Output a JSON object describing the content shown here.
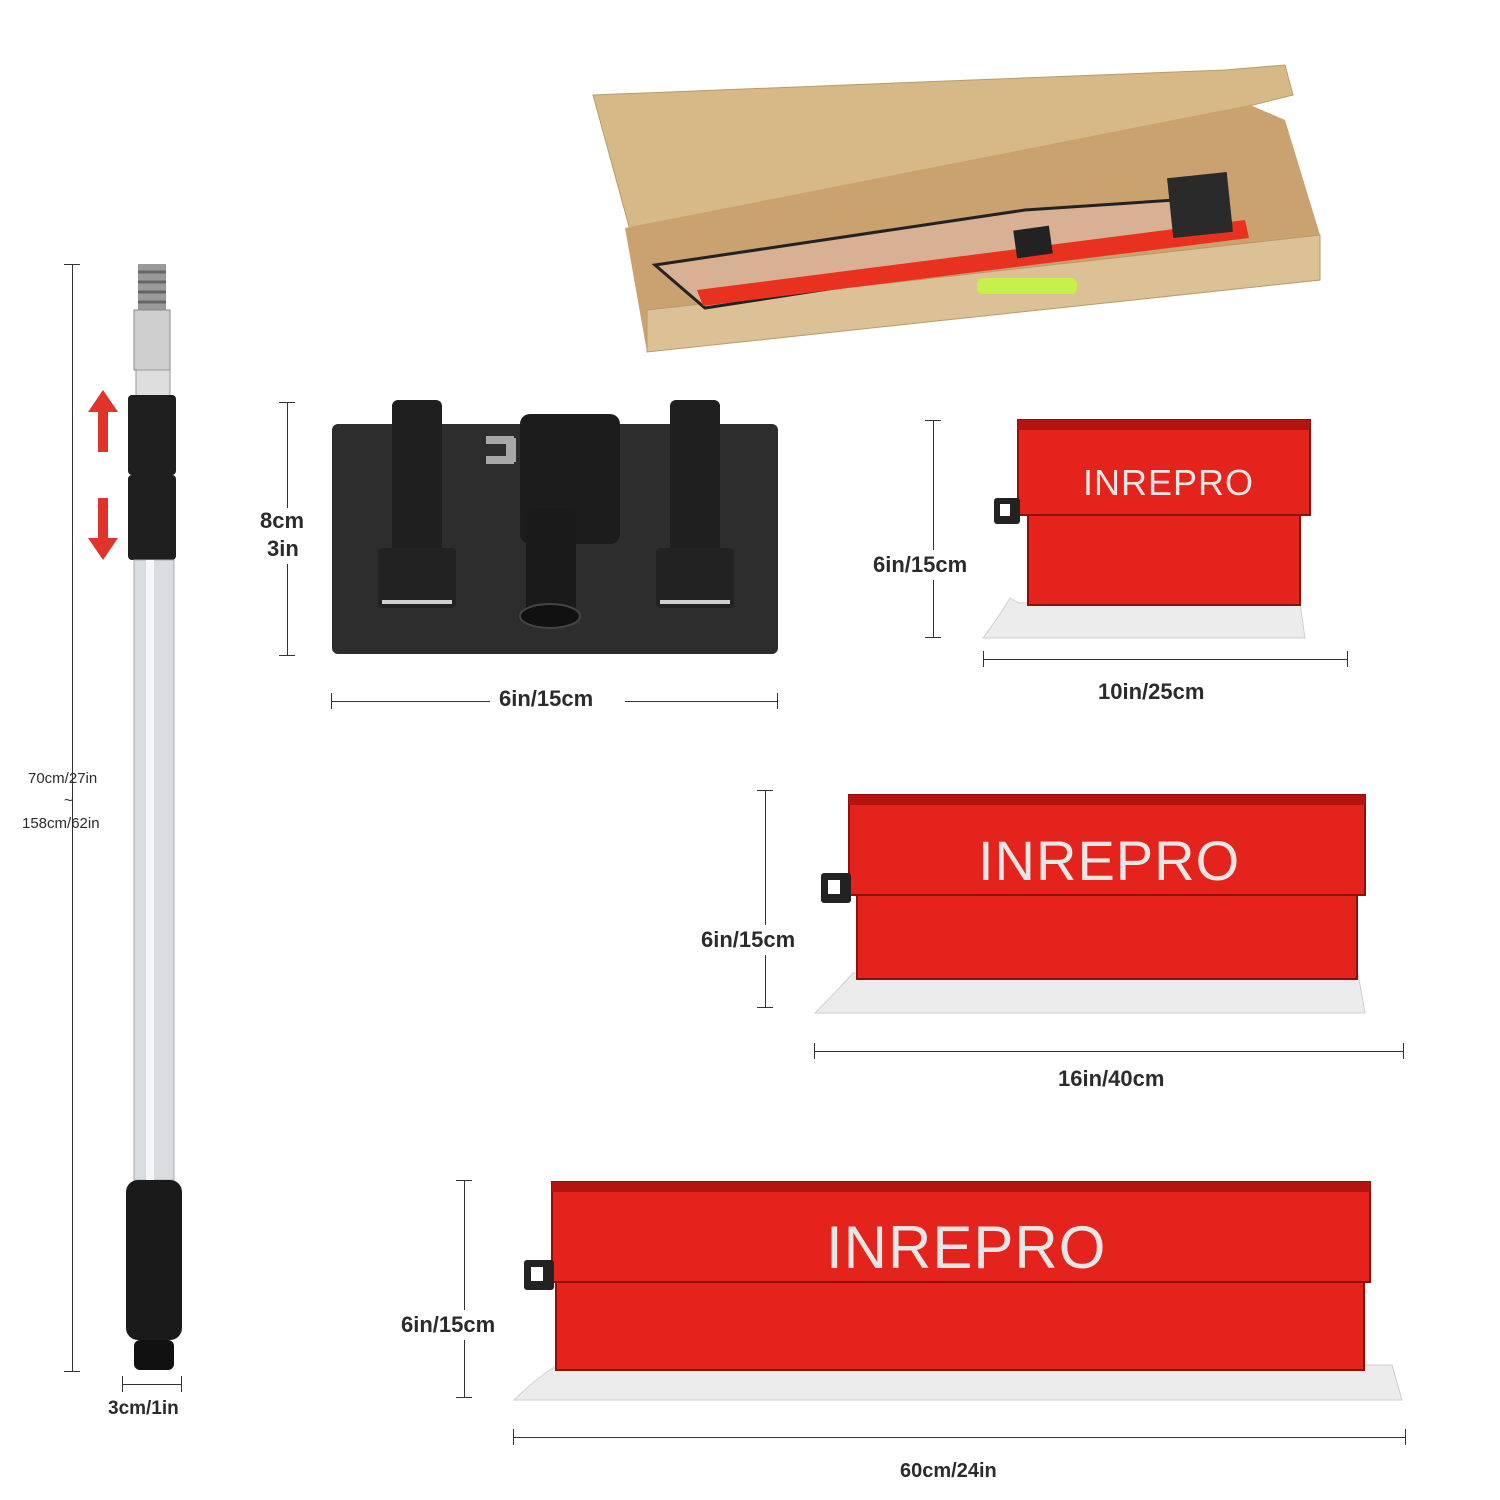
{
  "brand_name": "INREPRO",
  "dimensions": {
    "pole_length_min": "70cm/27in",
    "pole_length_separator": "~",
    "pole_length_max": "158cm/62in",
    "pole_diameter": "3cm/1in",
    "adapter_height_cm": "8cm",
    "adapter_height_in": "3in",
    "adapter_width": "6in/15cm",
    "blade_small_height": "6in/15cm",
    "blade_small_width": "10in/25cm",
    "blade_medium_height": "6in/15cm",
    "blade_medium_width": "16in/40cm",
    "blade_large_height": "6in/15cm",
    "blade_large_width": "60cm/24in"
  },
  "colors": {
    "blade_red": "#e3231c",
    "blade_dark_red": "#b3140f",
    "adapter_black": "#2a2a2a",
    "box_cardboard": "#d9b98a",
    "handle_lime": "#c8f04a",
    "arrow_red": "#e0332a"
  }
}
